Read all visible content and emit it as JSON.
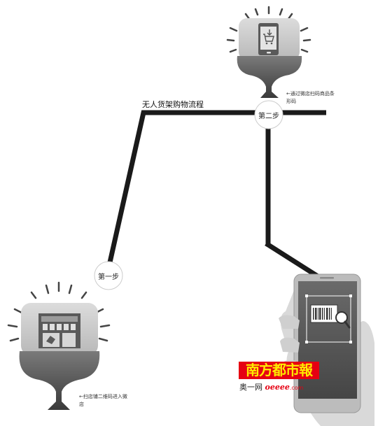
{
  "title": "无人货架购物流程",
  "steps": {
    "step1": "第一步",
    "step2": "第二步"
  },
  "notes": {
    "step2_note": "←通过微店扫码商品条形码",
    "step1_note": "←扫店铺二维码进入微店"
  },
  "watermark": {
    "brand": "南方都市報",
    "sub_prefix": "奥一网",
    "sub_site": "oeeee",
    "sub_suffix": ".com"
  },
  "icons": {
    "top_stand": "phone-cart-download-icon",
    "bottom_stand": "storefront-icon",
    "phone": "barcode-magnifier-icon"
  },
  "colors": {
    "line": "#1a1a1a",
    "stand_light": "#c8c8c8",
    "stand_dark": "#4a4a4a",
    "watermark_red": "#e60012",
    "watermark_yellow": "#ffeb00"
  }
}
